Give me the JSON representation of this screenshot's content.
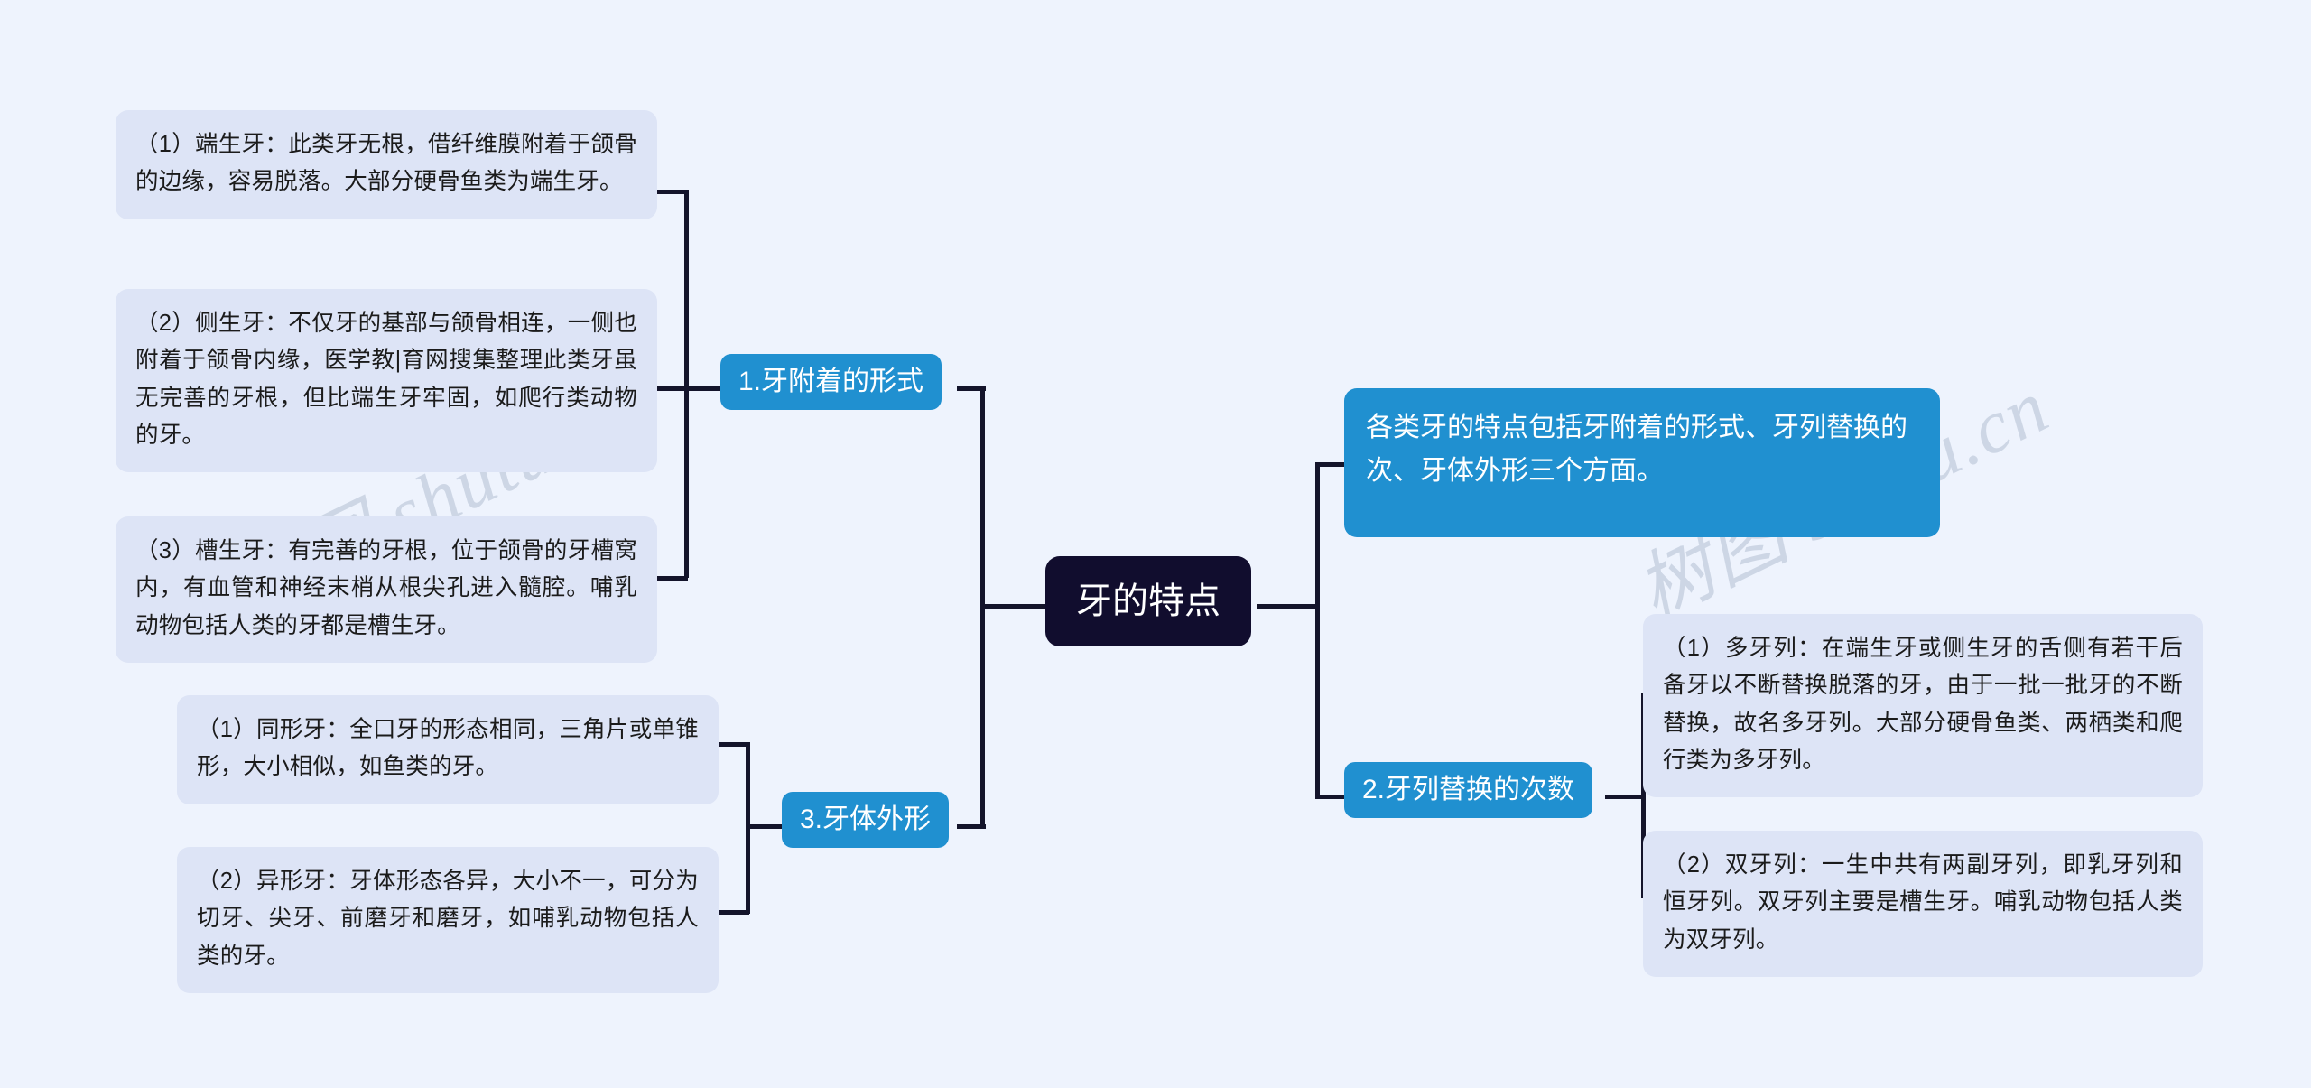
{
  "page": {
    "background_color": "#eef3fd",
    "accent_color": "#2090d0",
    "root_color": "#110d2e",
    "leaf_color": "#dde4f6",
    "connector_color": "#14142b"
  },
  "watermark": {
    "left_text": "树图 shutu.cn",
    "right_text": "树图 shutu.cn"
  },
  "root": {
    "label": "牙的特点"
  },
  "summary": {
    "label": "各类牙的特点包括牙附着的形式、牙列替换的次、牙体外形三个方面。"
  },
  "branches": [
    {
      "id": "branch-1",
      "label": "1.牙附着的形式",
      "leaves": [
        {
          "id": "leaf-1-1",
          "text": "（1）端生牙：此类牙无根，借纤维膜附着于颌骨的边缘，容易脱落。大部分硬骨鱼类为端生牙。"
        },
        {
          "id": "leaf-1-2",
          "text": "（2）侧生牙：不仅牙的基部与颌骨相连，一侧也附着于颌骨内缘，医学教|育网搜集整理此类牙虽无完善的牙根，但比端生牙牢固，如爬行类动物的牙。"
        },
        {
          "id": "leaf-1-3",
          "text": "（3）槽生牙：有完善的牙根，位于颌骨的牙槽窝内，有血管和神经末梢从根尖孔进入髓腔。哺乳动物包括人类的牙都是槽生牙。"
        }
      ]
    },
    {
      "id": "branch-2",
      "label": "2.牙列替换的次数",
      "leaves": [
        {
          "id": "leaf-2-1",
          "text": "（1）多牙列：在端生牙或侧生牙的舌侧有若干后备牙以不断替换脱落的牙，由于一批一批牙的不断替换，故名多牙列。大部分硬骨鱼类、两栖类和爬行类为多牙列。"
        },
        {
          "id": "leaf-2-2",
          "text": "（2）双牙列：一生中共有两副牙列，即乳牙列和恒牙列。双牙列主要是槽生牙。哺乳动物包括人类为双牙列。"
        }
      ]
    },
    {
      "id": "branch-3",
      "label": "3.牙体外形",
      "leaves": [
        {
          "id": "leaf-3-1",
          "text": "（1）同形牙：全口牙的形态相同，三角片或单锥形，大小相似，如鱼类的牙。"
        },
        {
          "id": "leaf-3-2",
          "text": "（2）异形牙：牙体形态各异，大小不一，可分为切牙、尖牙、前磨牙和磨牙，如哺乳动物包括人类的牙。"
        }
      ]
    }
  ]
}
